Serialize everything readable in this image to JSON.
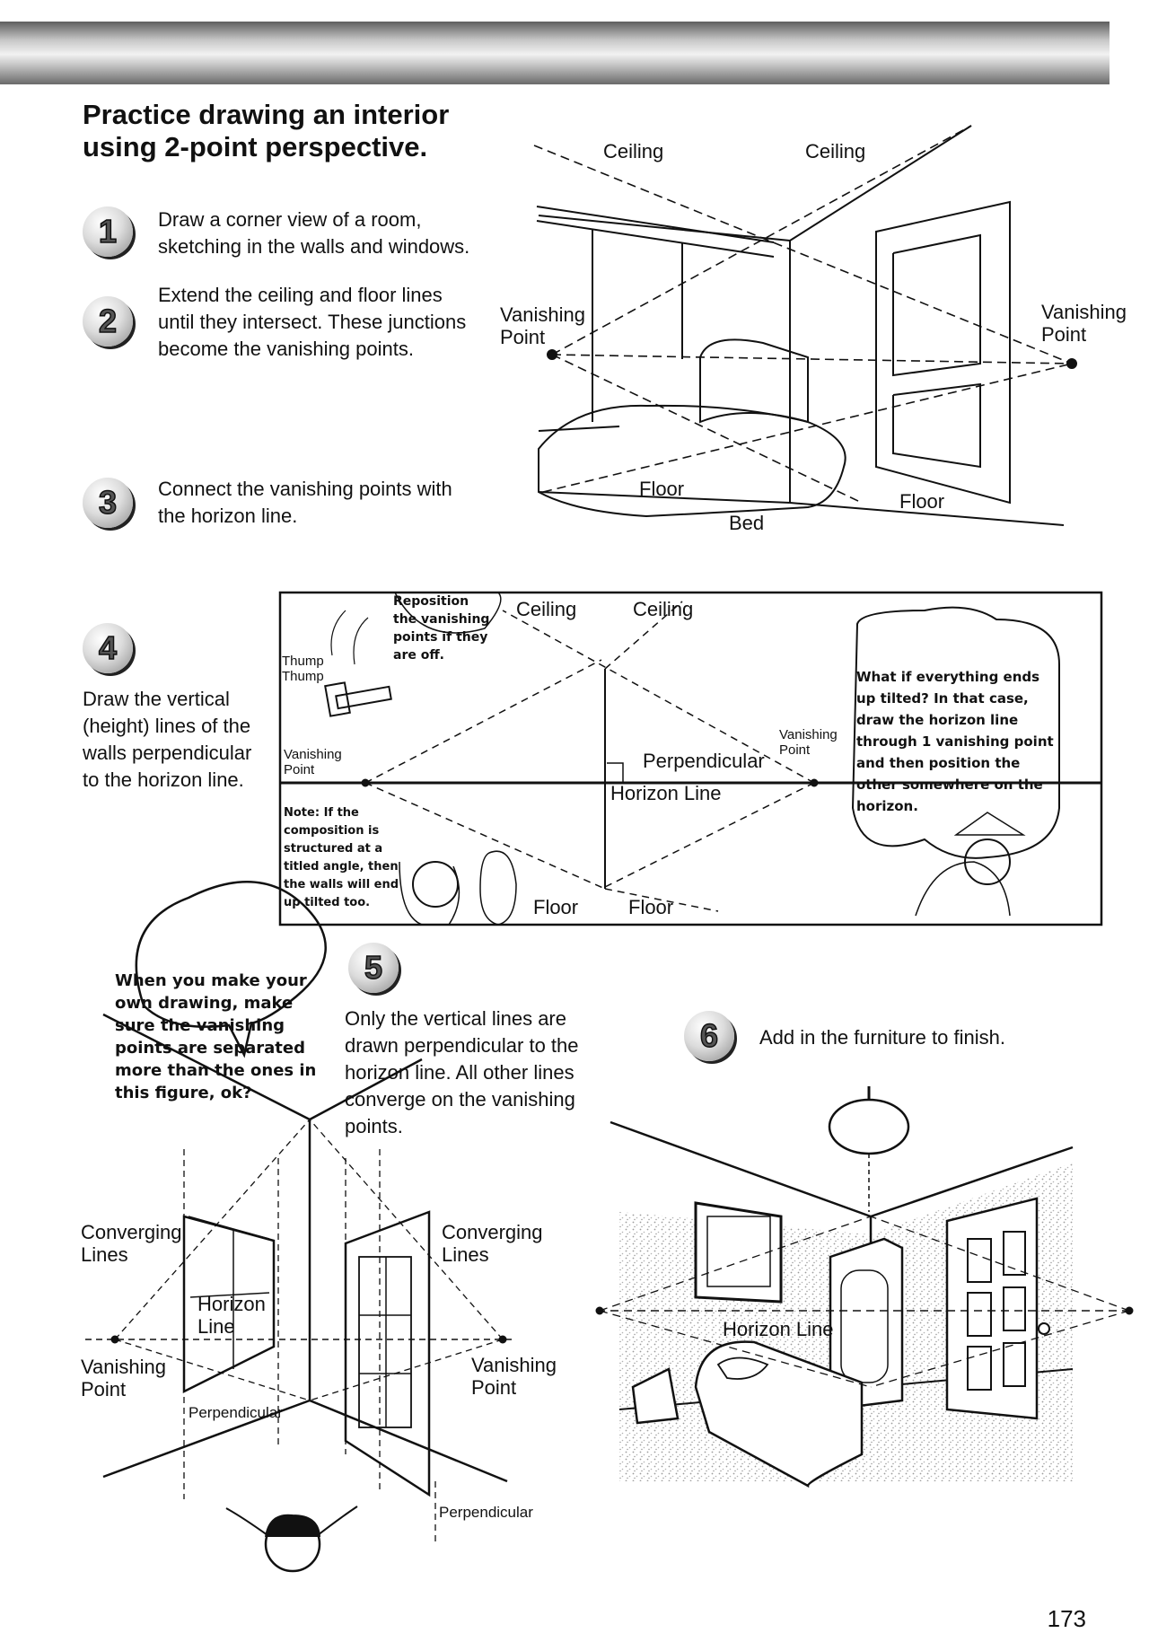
{
  "title": "Practice drawing an interior using 2-point perspective.",
  "steps": [
    {
      "num": "1",
      "text": "Draw a corner view of a room, sketching in the walls and windows."
    },
    {
      "num": "2",
      "text": "Extend the ceiling and floor lines until they intersect. These junctions become the vanishing points."
    },
    {
      "num": "3",
      "text": "Connect the vanishing points with the horizon line."
    },
    {
      "num": "4",
      "text": "Draw the vertical (height) lines of the walls perpendicular to the horizon line."
    },
    {
      "num": "5",
      "text": "Only the vertical lines are drawn perpendicular to the horizon line. All other lines converge on the vanishing points."
    },
    {
      "num": "6",
      "text": "Add in the furniture to finish."
    }
  ],
  "fig1": {
    "ceiling_left": "Ceiling",
    "ceiling_right": "Ceiling",
    "vp_left": "Vanishing Point",
    "vp_right": "Vanishing Point",
    "floor_left": "Floor",
    "floor_right": "Floor",
    "bed": "Bed"
  },
  "fig4": {
    "bubble_reposition": "Reposition the vanishing points if they are off.",
    "thump": "Thump Thump",
    "ceiling_left": "Ceiling",
    "ceiling_right": "Ceiling",
    "vp_left": "Vanishing Point",
    "vp_right": "Vanishing Point",
    "perpendicular": "Perpendicular",
    "horizon": "Horizon Line",
    "note": "Note: If the composition is structured at a titled angle, then the walls will end up tilted too.",
    "floor_left": "Floor",
    "floor_right": "Floor",
    "bubble_tilted": "What if everything ends up tilted? In that case, draw the horizon line through 1 vanishing point and then position the other somewhere on the horizon."
  },
  "fig5": {
    "bubble": "When you make your own drawing, make sure the vanishing points are separated more than the ones in this figure, ok?",
    "converging_left": "Converging Lines",
    "converging_right": "Converging Lines",
    "horizon": "Horizon Line",
    "vp_left": "Vanishing Point",
    "vp_right": "Vanishing Point",
    "perp_left": "Perpendicular",
    "perp_right": "Perpendicular"
  },
  "fig6": {
    "horizon": "Horizon Line"
  },
  "page_number": "173"
}
